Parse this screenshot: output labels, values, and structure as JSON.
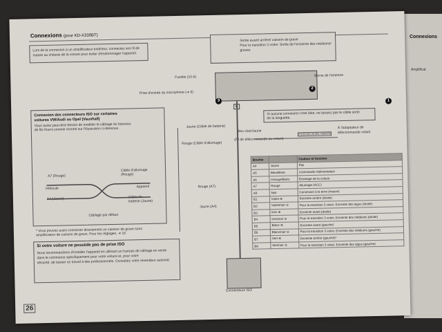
{
  "header": {
    "title": "Connexions",
    "model": "(pour KD-X330BT)"
  },
  "note_top": [
    "Lors de la connexion à un amplificateur extérieur, connectez son fil de",
    "masse au châssis de la voiture pour éviter d'endommager l'appareil."
  ],
  "subwoofer_note": [
    "Sortie avant/ arrière/ caisson de grave",
    "Pour la transition 3 voies: Sortie de l'enceinte des médiums/",
    "graves"
  ],
  "labels": {
    "fuse": "Fusible (10 A)",
    "mic": "Prise d'entrée du microphone (➜ 9)",
    "antenna": "Borne de l'antenne",
    "e": "E",
    "no_conn": [
      "Si aucune connexion n'est faite, ne laissez pas le câble sortir",
      "de la languette."
    ],
    "blue_white": "Bleu clair/Jaune",
    "remote_wire": "(Fil de télécommande au volant)",
    "remote_box": "STEERING WHEEL REMOTE",
    "adapter": [
      "À l'adaptateur de",
      "télécommande volant"
    ],
    "yellow_batt": "Jaune (Câble de batterie)",
    "red_acc": "Rouge (Câble d'allumage)",
    "red_a7": "Rouge (A7)",
    "yellow_a4": "Jaune (A4)",
    "iso_conn": "Connecteurs ISO"
  },
  "iso_box": {
    "title": [
      "Connexion des connecteurs ISO sur certaines",
      "voitures VW/Audi ou Opel (Vauxhall)"
    ],
    "body": [
      "Vous aurez peut-être besoin de modifier le câblage du faisceau",
      "de fils fourni comme montré sur l'illustration ci-dessous."
    ],
    "a7": "A7 (Rouge)",
    "vehicle": "Véhicule",
    "a4": "A4 (Jaune)",
    "ignition": [
      "Câble d'allumage",
      "(Rouge)"
    ],
    "device": "Appareil",
    "battery": [
      "Câble de",
      "batterie (Jaune)"
    ],
    "default": "Câblage par défaut"
  },
  "footnote": [
    "* Vous pouvez aussi connecter directement un caisson de grave sans",
    "amplificateur de caisson de grave. Pour les réglages, ➜ 16"
  ],
  "no_iso": {
    "title": "Si votre voiture ne possède pas de prise ISO",
    "body": [
      "Nous recommandons d'installer l'appareil en utilisant un harnais de câblage en vente",
      "dans le commerce spécifiquement pour votre voiture et, pour votre",
      "sécurité, de laisser ce travail à des professionnels. Consultez votre revendeur autorisé."
    ]
  },
  "table": {
    "headers": [
      "Broche",
      "",
      "Couleur et fonction"
    ],
    "rows": [
      [
        "A4",
        "Jaune",
        "Pile"
      ],
      [
        "A5",
        "Bleu/Blanc",
        "Commande d'alimentation"
      ],
      [
        "A6",
        "Orange/Blanc",
        "Éclairage de la voiture"
      ],
      [
        "A7",
        "Rouge",
        "Allumage (ACC)"
      ],
      [
        "A8",
        "Noir",
        "Connexion à la terre (masse)"
      ],
      [
        "B1",
        "Violet ⊕",
        "Enceinte arrière (droite)"
      ],
      [
        "B2",
        "Violet/noir ⊖",
        "Pour la transition 3 voies: Enceinte des aigus (droite)"
      ],
      [
        "B3",
        "Gris ⊕",
        "Enceinte avant (droite)"
      ],
      [
        "B4",
        "Gris/noir ⊖",
        "Pour la transition 3 voies: Enceinte des médiums (droite)"
      ],
      [
        "B5",
        "Blanc ⊕",
        "Enceinte avant (gauche)"
      ],
      [
        "B6",
        "Blanc/noir ⊖",
        "Pour la transition 3 voies: Enceinte des médiums (gauche)"
      ],
      [
        "B7",
        "Vert ⊕",
        "Enceinte arrière (gauche)*"
      ],
      [
        "B8",
        "Vert/noir ⊖",
        "Pour la transition 3 voies: Enceinte des aigus (gauche)"
      ]
    ]
  },
  "page_number": "26",
  "next_page": {
    "line1": "Connexions",
    "line2": "Amplificat"
  }
}
